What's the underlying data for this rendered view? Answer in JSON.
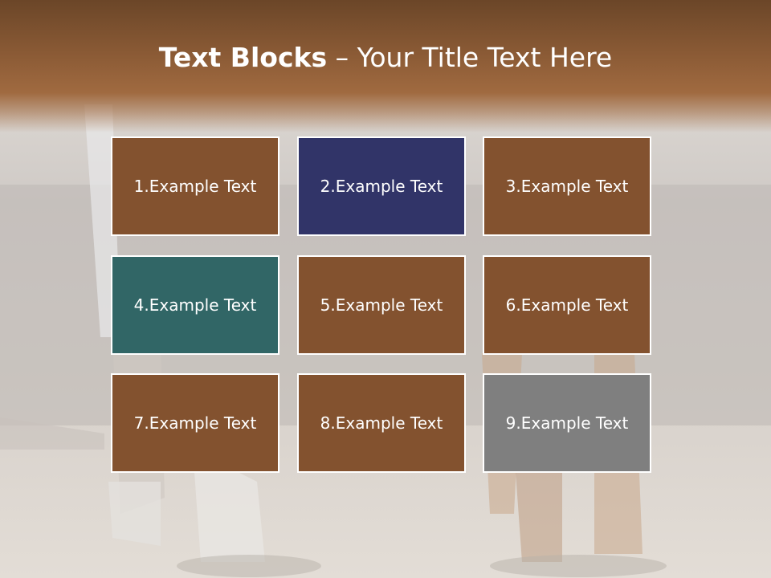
{
  "slide": {
    "title_bold": "Text Blocks",
    "title_dash": " – ",
    "title_rest": "Your Title Text Here"
  },
  "colors": {
    "brown": "#83522f",
    "navy": "#313468",
    "teal": "#316666",
    "gray": "#7f7f7f",
    "title_band": "#8a5a35"
  },
  "blocks": [
    {
      "label": "1.Example Text",
      "color": "brown"
    },
    {
      "label": "2.Example Text",
      "color": "navy"
    },
    {
      "label": "3.Example Text",
      "color": "brown"
    },
    {
      "label": "4.Example Text",
      "color": "teal"
    },
    {
      "label": "5.Example Text",
      "color": "brown"
    },
    {
      "label": "6.Example Text",
      "color": "brown"
    },
    {
      "label": "7.Example Text",
      "color": "brown"
    },
    {
      "label": "8.Example Text",
      "color": "brown"
    },
    {
      "label": "9.Example Text",
      "color": "gray"
    }
  ]
}
